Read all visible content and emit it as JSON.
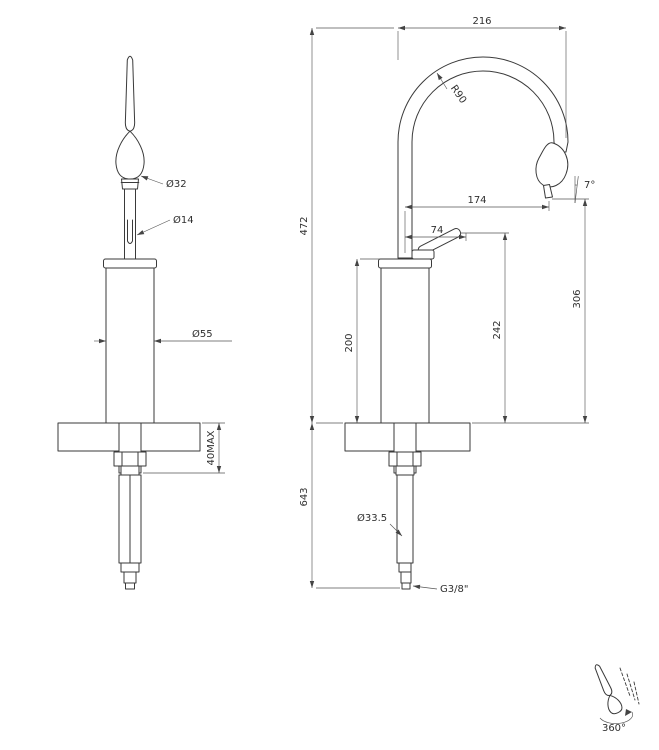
{
  "dims": {
    "d32": "Ø32",
    "d14": "Ø14",
    "d55": "Ø55",
    "max40": "40MAX",
    "w216": "216",
    "r90": "R90",
    "deg7": "7°",
    "w174": "174",
    "w74": "74",
    "h472": "472",
    "h306": "306",
    "h242": "242",
    "h200": "200",
    "h643": "643",
    "d335": "Ø33.5",
    "g38": "G3/8\"",
    "rot360": "360°"
  },
  "colors": {
    "background": "#ffffff",
    "object_line": "#3a3a3a",
    "dimension_line": "#555555",
    "text": "#2f2f2f"
  }
}
